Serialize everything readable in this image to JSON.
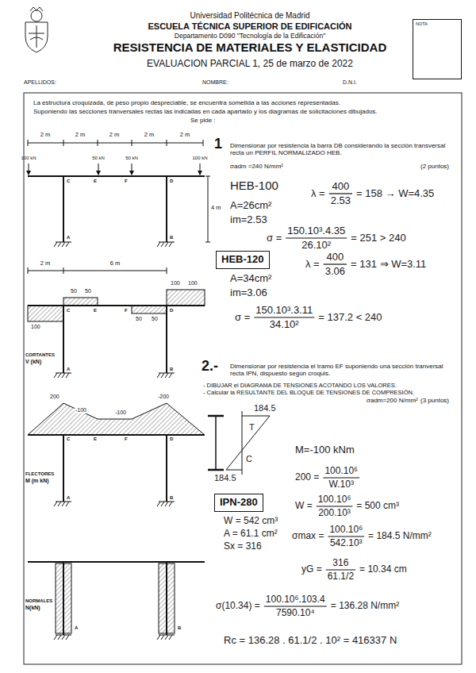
{
  "diagram": {
    "title": "RESISTENCIA DE MATERIALES Y ELASTICIDAD",
    "nodes": [
      {
        "text": [
          "NOTA"
        ]
      },
      {
        "text": [
          "HEB-120"
        ]
      },
      {
        "text": [
          "IPN-280"
        ]
      }
    ],
    "labels": [
      "Universidad Politécnica de Madrid",
      "ESCUELA TÉCNICA SUPERIOR DE EDIFICACIÓN",
      "Departamento D090 \"Tecnología de la Edificación\"",
      "EVALUACION PARCIAL 1, 25 de marzo de 2022",
      "APELLIDOS:",
      "NOMBRE:",
      "D.N.I.",
      "La estructura croquizada, de peso propio despreciable, se encuentra sometida a las acciones representadas.",
      "Suponiendo las secciones tranversales rectas las indicadas en cada apartado y los diagramas de solicitaciones dibujados.",
      "Se pide :",
      "2 m",
      "2 m",
      "2 m",
      "2 m",
      "2 m",
      "100 kN",
      "50 kN",
      "50 kN",
      "100 kN",
      "4 m",
      "C",
      "E",
      "F",
      "D",
      "A",
      "B",
      "2 m",
      "6 m",
      "50",
      "50",
      "100",
      "100",
      "100",
      "50",
      "50",
      "C",
      "E",
      "F",
      "D",
      "A",
      "B",
      "CORTANTES",
      "V (kN)",
      "200",
      "-100",
      "-100",
      "-200",
      "C",
      "E",
      "F",
      "D",
      "A",
      "B",
      "FLECTORES",
      "M (m kN)",
      "NORMALES",
      "N(kN)",
      "A",
      "B",
      "1",
      "Dimensionar por resistencia la barra DB considerando la sección transversal recta un PERFIL NORMALIZADO HEB.",
      "σadm =240 N/mm²",
      "(2 puntos)",
      "HEB-100",
      "A=26cm²",
      "im=2.53",
      "λ =",
      "400",
      "2.53",
      "= 158 → W=4.35",
      "σ =",
      "150.10³.4.35",
      "26.10²",
      "= 251 > 240",
      "A=34cm²",
      "im=3.06",
      "λ =",
      "400",
      "3.06",
      "= 131 ⇒ W=3.11",
      "σ =",
      "150.10³.3.11",
      "34.10²",
      "= 137.2 < 240",
      "2.-",
      "Dimensionar por resistencia el tramo EF suponiendo una sección tranversal recta IPN, dispuesto según croquis.",
      "- DIBUJAR el DIAGRAMA DE TENSIONES ACOTANDO LOS VALORES.",
      "- Calcular la RESULTANTE DEL BLOQUE DE TENSIONES DE COMPRESIÓN.",
      "σadm=200 N/mm²",
      "(3 puntos)",
      "184.5",
      "T",
      "C",
      "184.5",
      "M=-100 kNm",
      "200 =",
      "100.10⁶",
      "W.10³",
      "W =",
      "100.10⁶",
      "200.10³",
      "= 500 cm³",
      "W = 542 cm³",
      "A = 61.1 cm²",
      "Sx = 316",
      "σmax =",
      "100.10⁶",
      "542.10³",
      "= 184.5 N/mm²",
      "yG =",
      "316",
      "61.1/2",
      "= 10.34 cm",
      "σ(10.34) =",
      "100.10⁶.103.4",
      "7590.10⁴",
      "= 136.28 N/mm²",
      "Rc = 136.28 . 61.1/2 . 10² = 416337 N"
    ]
  }
}
